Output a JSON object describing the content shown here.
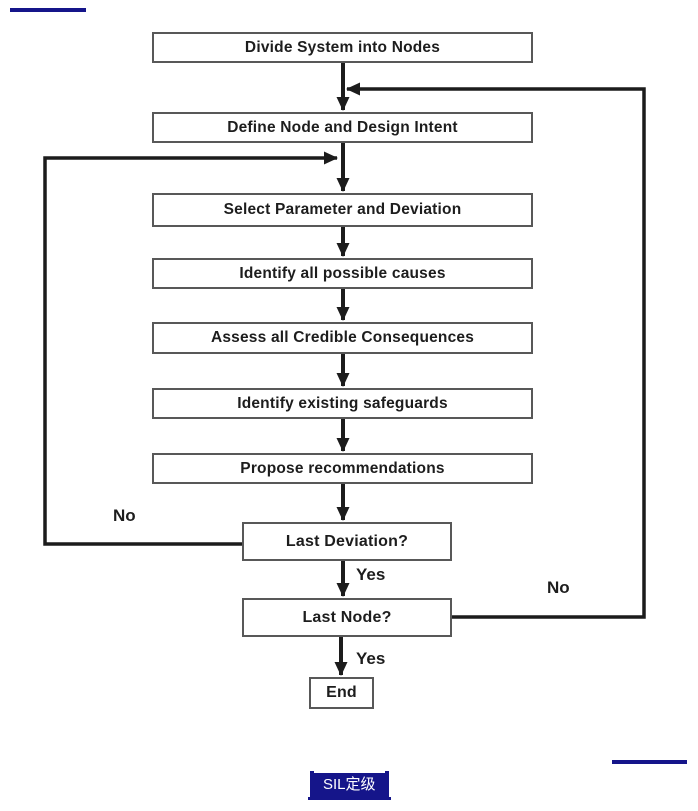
{
  "colors": {
    "flow_line": "#1c1c1c",
    "box_border": "#585858",
    "box_background": "#ffffff",
    "accent_navy": "#15158a",
    "badge_text_color": "#ffffff"
  },
  "flowchart": {
    "nodes": [
      {
        "label": "Divide System into Nodes"
      },
      {
        "label": "Define Node and Design Intent"
      },
      {
        "label": "Select Parameter and Deviation"
      },
      {
        "label": "Identify all possible causes"
      },
      {
        "label": "Assess all Credible Consequences"
      },
      {
        "label": "Identify existing safeguards"
      },
      {
        "label": "Propose recommendations"
      },
      {
        "label": "Last Deviation?"
      },
      {
        "label": "Last Node?"
      },
      {
        "label": "End"
      }
    ],
    "labels": {
      "no_deviation": "No",
      "yes_deviation": "Yes",
      "no_node": "No",
      "yes_node": "Yes"
    }
  },
  "footer": {
    "badge_label": "SIL定级"
  }
}
